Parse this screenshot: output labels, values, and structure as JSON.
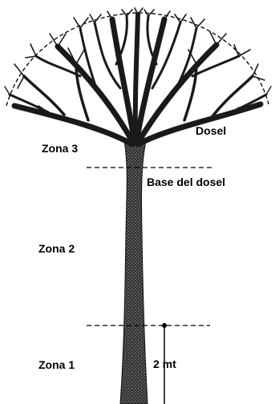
{
  "diagram": {
    "labels": {
      "canopy": "Dosel",
      "canopy_base": "Base del dosel",
      "zone_3": "Zona 3",
      "zone_2": "Zona 2",
      "zone_1": "Zona 1",
      "height_marker": "2 mt"
    },
    "colors": {
      "ink": "#000000",
      "trunk": "#2b2b2b",
      "background": "#ffffff"
    }
  }
}
